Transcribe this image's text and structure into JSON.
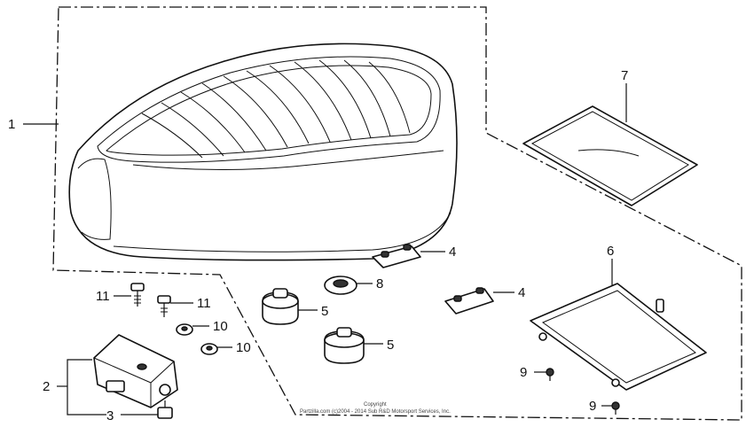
{
  "callouts": {
    "c1": "1",
    "c2": "2",
    "c3": "3",
    "c4a": "4",
    "c4b": "4",
    "c5a": "5",
    "c5b": "5",
    "c6": "6",
    "c7": "7",
    "c8": "8",
    "c9a": "9",
    "c9b": "9",
    "c10a": "10",
    "c10b": "10",
    "c11a": "11",
    "c11b": "11"
  },
  "copyright": {
    "line1": "Copyright",
    "line2": "Partzilla.com (c)2004 - 2014 Sub R&D Motorsport Services, Inc."
  }
}
